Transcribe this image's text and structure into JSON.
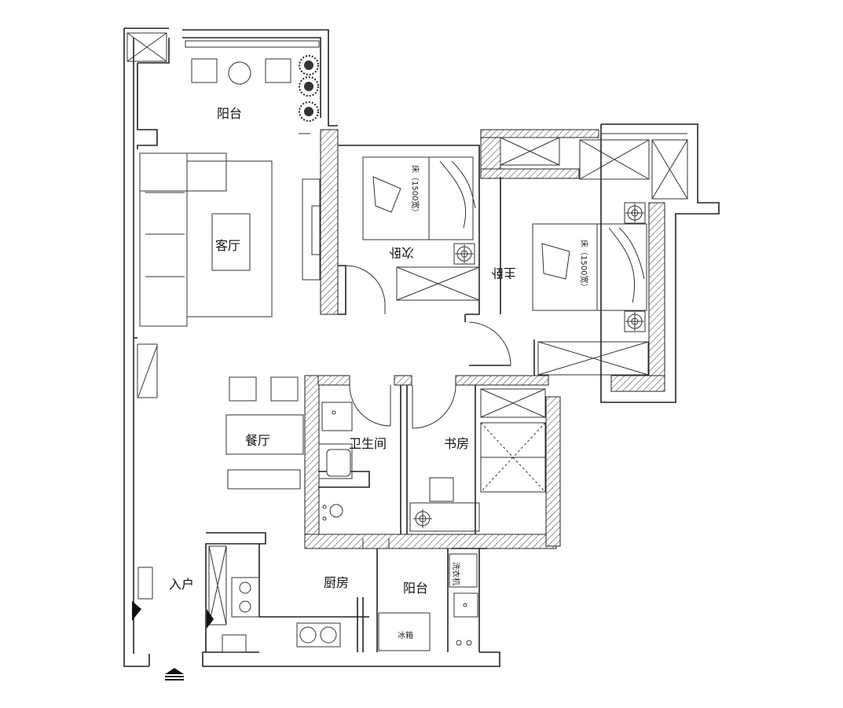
{
  "rooms": {
    "balcony_top": "阳台",
    "living_room": "客厅",
    "second_bedroom": "次卧",
    "master_bedroom": "主卧",
    "dining_room": "餐厅",
    "bathroom": "卫生间",
    "study": "书房",
    "entrance": "入户",
    "kitchen": "厨房",
    "balcony_bottom": "阳台"
  },
  "furniture": {
    "bed_second": "床（1500宽）",
    "bed_master": "床（1500宽）",
    "washing_machine": "洗衣机",
    "fridge": "冰箱"
  },
  "icons": {
    "plants": "potted-plant-icon",
    "entry": "entry-arrow-icon",
    "lamp": "ceiling-lamp-icon"
  }
}
